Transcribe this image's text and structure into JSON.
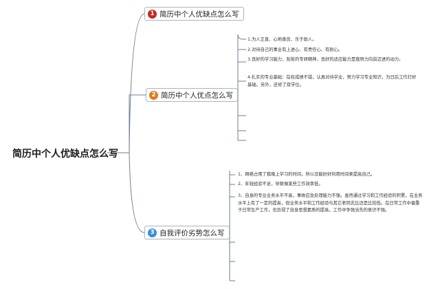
{
  "root": {
    "title": "简历中个人优缺点怎么写"
  },
  "topics": [
    {
      "num": "1",
      "label": "简历中个人优缺点怎么写",
      "color": "#c8281e"
    },
    {
      "num": "2",
      "label": "简历中个人优点怎么写",
      "color": "#e07b1a"
    },
    {
      "num": "3",
      "label": "自我评价劣势怎么写",
      "color": "#3a8ed8"
    }
  ],
  "strengths": [
    "1.为人正直、心地善良、乐于助人。",
    "2.对待自己的事业有上进心、有责任心、有耐心。",
    "3.良好的学习能力，刻苦的专研精神，良好的适应能力是我努力向前迈进的动力。",
    "4.扎实的专业基础：在校成绩不错，认真对待学业，努力学习专业知识，为日后工作打好基础。另外，还修了双学位。"
  ],
  "weaknesses": [
    "1、网络占用了我晚上学习的时间，所以没能好好利用时间来提高自己。",
    "2、年轻经验不足，导致做某些工作效率低。",
    "3、自身的专业业务水平不高，事故应急处理能力不强。虽然通过学习和工作经验的积累，在业务水平上有了一定的提高，但业务水平和工作经验与其它老同志比还是比较低。在日常工作中偏重于日常生产工作，也忽视了自身思想素质的提高，工作中争强当先的意识不强。"
  ],
  "colors": {
    "line": "#6b7e8f",
    "topic_border": "#aab4be"
  }
}
